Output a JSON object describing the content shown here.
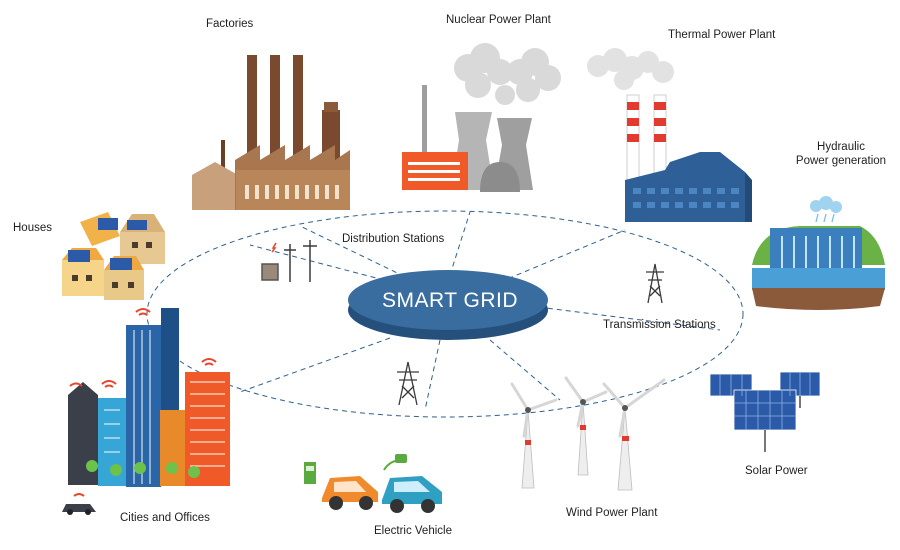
{
  "hub": {
    "label": "SMART GRID",
    "color": "#3a6d9f"
  },
  "labels": {
    "factories": "Factories",
    "nuclear": "Nuclear Power Plant",
    "thermal": "Thermal Power Plant",
    "hydraulic_line1": "Hydraulic",
    "hydraulic_line2": "Power generation",
    "houses": "Houses",
    "distribution": "Distribution Stations",
    "transmission": "Transmission Stations",
    "cities": "Cities and Offices",
    "electric_vehicle": "Electric Vehicle",
    "wind": "Wind Power Plant",
    "solar": "Solar Power"
  },
  "colors": {
    "dash_line": "#2f5f8f",
    "factory_brown": "#9b6b4a",
    "building_blue": "#2e5f96",
    "accent_orange": "#f05a28",
    "solar_blue": "#2a5aa8",
    "car_teal": "#2f9fc2",
    "wifi_red": "#e8452c"
  }
}
